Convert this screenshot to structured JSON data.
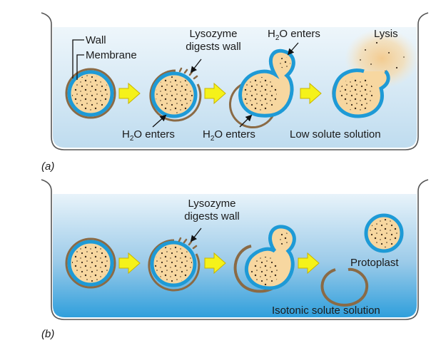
{
  "panel_a": {
    "tag": "(a)",
    "wall_label": "Wall",
    "membrane_label": "Membrane",
    "lysozyme_line1": "Lysozyme",
    "lysozyme_line2": "digests wall",
    "water_top": {
      "pre": "H",
      "sub": "2",
      "post": "O enters"
    },
    "lysis_label": "Lysis",
    "water_bottom_1": {
      "pre": "H",
      "sub": "2",
      "post": "O enters"
    },
    "water_bottom_2": {
      "pre": "H",
      "sub": "2",
      "post": "O enters"
    },
    "solution_label": "Low solute solution"
  },
  "panel_b": {
    "tag": "(b)",
    "lysozyme_line1": "Lysozyme",
    "lysozyme_line2": "digests wall",
    "protoplast_label": "Protoplast",
    "solution_label": "Isotonic solute solution"
  },
  "colors": {
    "water_light": "#dcecf7",
    "water_deep": "#3aa2dc",
    "membrane": "#1e9ad6",
    "wall": "#8a6a45",
    "cytoplasm": "#f7d7a0",
    "arrow_fill": "#f5f21a",
    "arrow_stroke": "#c9b400",
    "dots": "#3a2a1a"
  }
}
